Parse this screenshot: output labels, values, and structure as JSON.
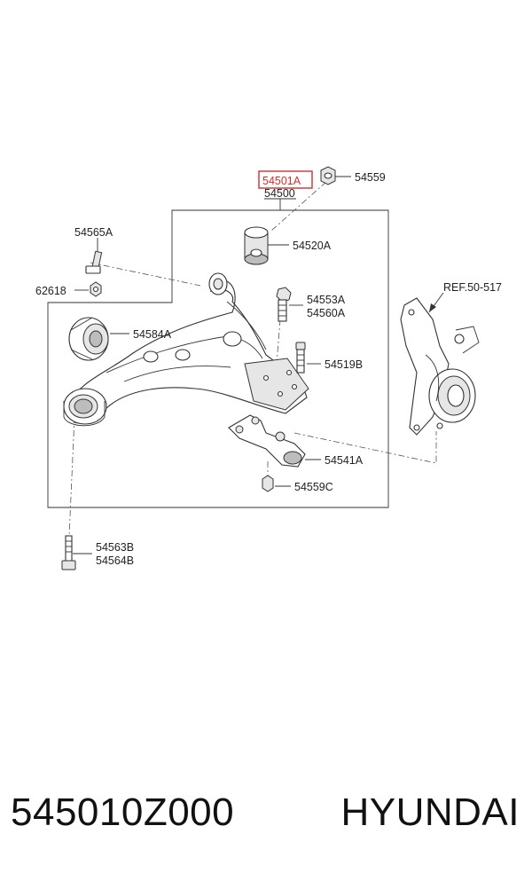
{
  "diagram": {
    "callouts": {
      "part_54501a": "54501A",
      "part_54500": "54500",
      "part_54559": "54559",
      "part_54565a": "54565A",
      "part_54520a": "54520A",
      "part_62618": "62618",
      "part_54553a": "54553A",
      "part_54560a": "54560A",
      "part_54584a": "54584A",
      "part_54519b": "54519B",
      "part_54541a": "54541A",
      "part_54559c": "54559C",
      "part_54563b": "54563B",
      "part_54564b": "54564B",
      "ref": "REF.50-517"
    },
    "highlight_color": "#d32f2f"
  },
  "footer": {
    "part_number": "545010Z000",
    "brand": "HYUNDAI"
  }
}
